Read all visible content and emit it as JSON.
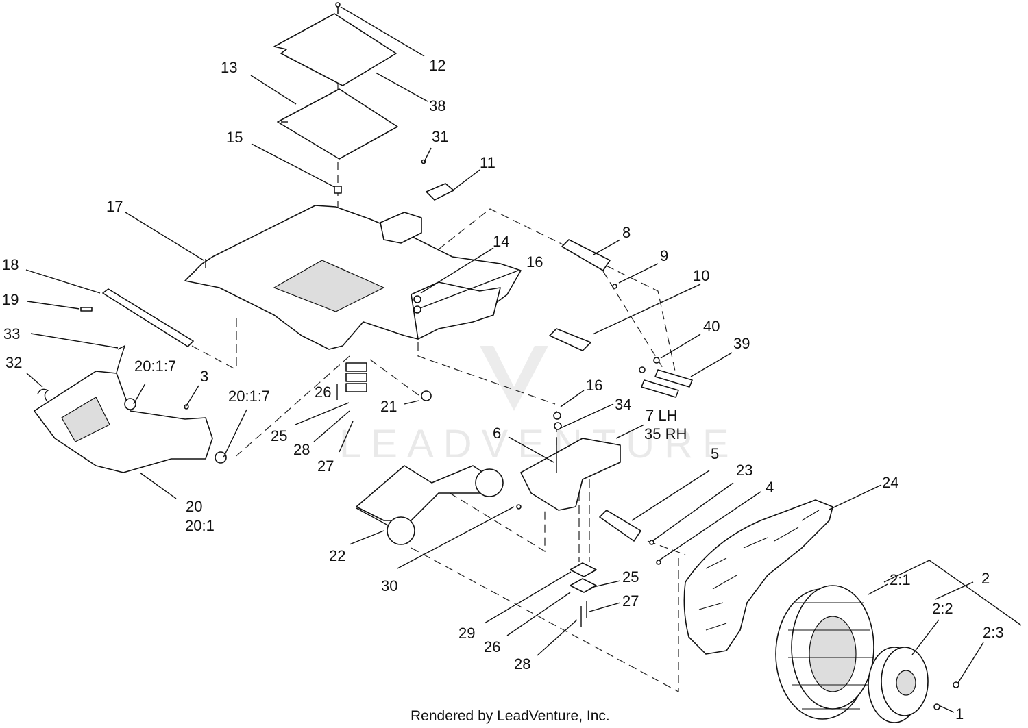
{
  "callouts": [
    {
      "id": "c12",
      "text": "12"
    },
    {
      "id": "c38",
      "text": "38"
    },
    {
      "id": "c13",
      "text": "13"
    },
    {
      "id": "c31",
      "text": "31"
    },
    {
      "id": "c11",
      "text": "11"
    },
    {
      "id": "c15",
      "text": "15"
    },
    {
      "id": "c17",
      "text": "17"
    },
    {
      "id": "c8",
      "text": "8"
    },
    {
      "id": "c9",
      "text": "9"
    },
    {
      "id": "c14",
      "text": "14"
    },
    {
      "id": "c16a",
      "text": "16"
    },
    {
      "id": "c10",
      "text": "10"
    },
    {
      "id": "c18",
      "text": "18"
    },
    {
      "id": "c19",
      "text": "19"
    },
    {
      "id": "c33",
      "text": "33"
    },
    {
      "id": "c40",
      "text": "40"
    },
    {
      "id": "c39",
      "text": "39"
    },
    {
      "id": "c32",
      "text": "32"
    },
    {
      "id": "c20a",
      "text": "20:1:7"
    },
    {
      "id": "c3",
      "text": "3"
    },
    {
      "id": "c20b",
      "text": "20:1:7"
    },
    {
      "id": "c26a",
      "text": "26"
    },
    {
      "id": "c21",
      "text": "21"
    },
    {
      "id": "c16b",
      "text": "16"
    },
    {
      "id": "c34",
      "text": "34"
    },
    {
      "id": "c7",
      "text": "7 LH"
    },
    {
      "id": "c35",
      "text": "35 RH"
    },
    {
      "id": "c25a",
      "text": "25"
    },
    {
      "id": "c28a",
      "text": "28"
    },
    {
      "id": "c27a",
      "text": "27"
    },
    {
      "id": "c6",
      "text": "6"
    },
    {
      "id": "c5",
      "text": "5"
    },
    {
      "id": "c23",
      "text": "23"
    },
    {
      "id": "c4",
      "text": "4"
    },
    {
      "id": "c24",
      "text": "24"
    },
    {
      "id": "c20",
      "text": "20"
    },
    {
      "id": "c20_1",
      "text": "20:1"
    },
    {
      "id": "c22",
      "text": "22"
    },
    {
      "id": "c30",
      "text": "30"
    },
    {
      "id": "c21_2",
      "text": "2:1"
    },
    {
      "id": "c2",
      "text": "2"
    },
    {
      "id": "c25b",
      "text": "25"
    },
    {
      "id": "c27b",
      "text": "27"
    },
    {
      "id": "c22_2",
      "text": "2:2"
    },
    {
      "id": "c29",
      "text": "29"
    },
    {
      "id": "c26b",
      "text": "26"
    },
    {
      "id": "c23_3",
      "text": "2:3"
    },
    {
      "id": "c28b",
      "text": "28"
    },
    {
      "id": "c1",
      "text": "1"
    }
  ],
  "footer": "Rendered by LeadVenture, Inc.",
  "watermark": "LEADVENTURE",
  "colors": {
    "line": "#111111",
    "watermark": "#e9e9e9",
    "background": "#ffffff"
  }
}
